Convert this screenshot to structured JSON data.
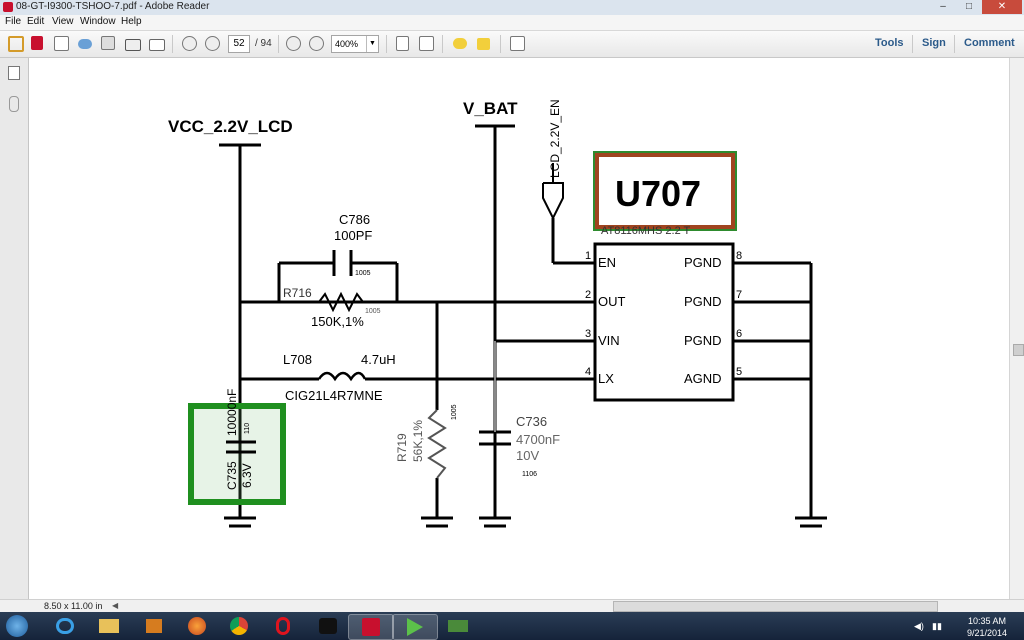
{
  "window": {
    "title": "08-GT-I9300-TSHOO-7.pdf - Adobe Reader",
    "minimize": "–",
    "maximize": "□",
    "close": "✕"
  },
  "menu": [
    "File",
    "Edit",
    "View",
    "Window",
    "Help"
  ],
  "toolbar": {
    "page_current": "52",
    "page_total": "/ 94",
    "zoom": "400%",
    "links": [
      "Tools",
      "Sign",
      "Comment"
    ]
  },
  "status": {
    "page_size": "8.50 x 11.00 in"
  },
  "schematic": {
    "vcc_label": "VCC_2.2V_LCD",
    "vbat_label": "V_BAT",
    "en_net_label": "LCD_2.2V_EN",
    "chip_ref": "U707",
    "chip_part_partial": "AT8116MHS 2.2 T",
    "c786_ref": "C786",
    "c786_value": "100PF",
    "c786_pkg": "1005",
    "r716_ref": "R716",
    "r716_value": "150K,1%",
    "r716_pkg": "1005",
    "l708_ref": "L708",
    "l708_value": "4.7uH",
    "l708_part": "CIG21L4R7MNE",
    "c735_value": "10000nF",
    "c735_pkg": "110",
    "c735_ref": "C735",
    "c735_voltage": "6.3V",
    "r719_ref": "R719",
    "r719_value": "56K,1%",
    "r719_pkg": "1005",
    "c736_ref": "C736",
    "c736_value": "4700nF",
    "c736_voltage": "10V",
    "c736_pkg": "1106",
    "pins_left": [
      {
        "num": "1",
        "name": "EN"
      },
      {
        "num": "2",
        "name": "OUT"
      },
      {
        "num": "3",
        "name": "VIN"
      },
      {
        "num": "4",
        "name": "LX"
      }
    ],
    "pins_right": [
      {
        "num": "8",
        "name": "PGND"
      },
      {
        "num": "7",
        "name": "PGND"
      },
      {
        "num": "6",
        "name": "PGND"
      },
      {
        "num": "5",
        "name": "AGND"
      }
    ]
  },
  "taskbar": {
    "time": "10:35 AM",
    "date": "9/21/2014"
  }
}
